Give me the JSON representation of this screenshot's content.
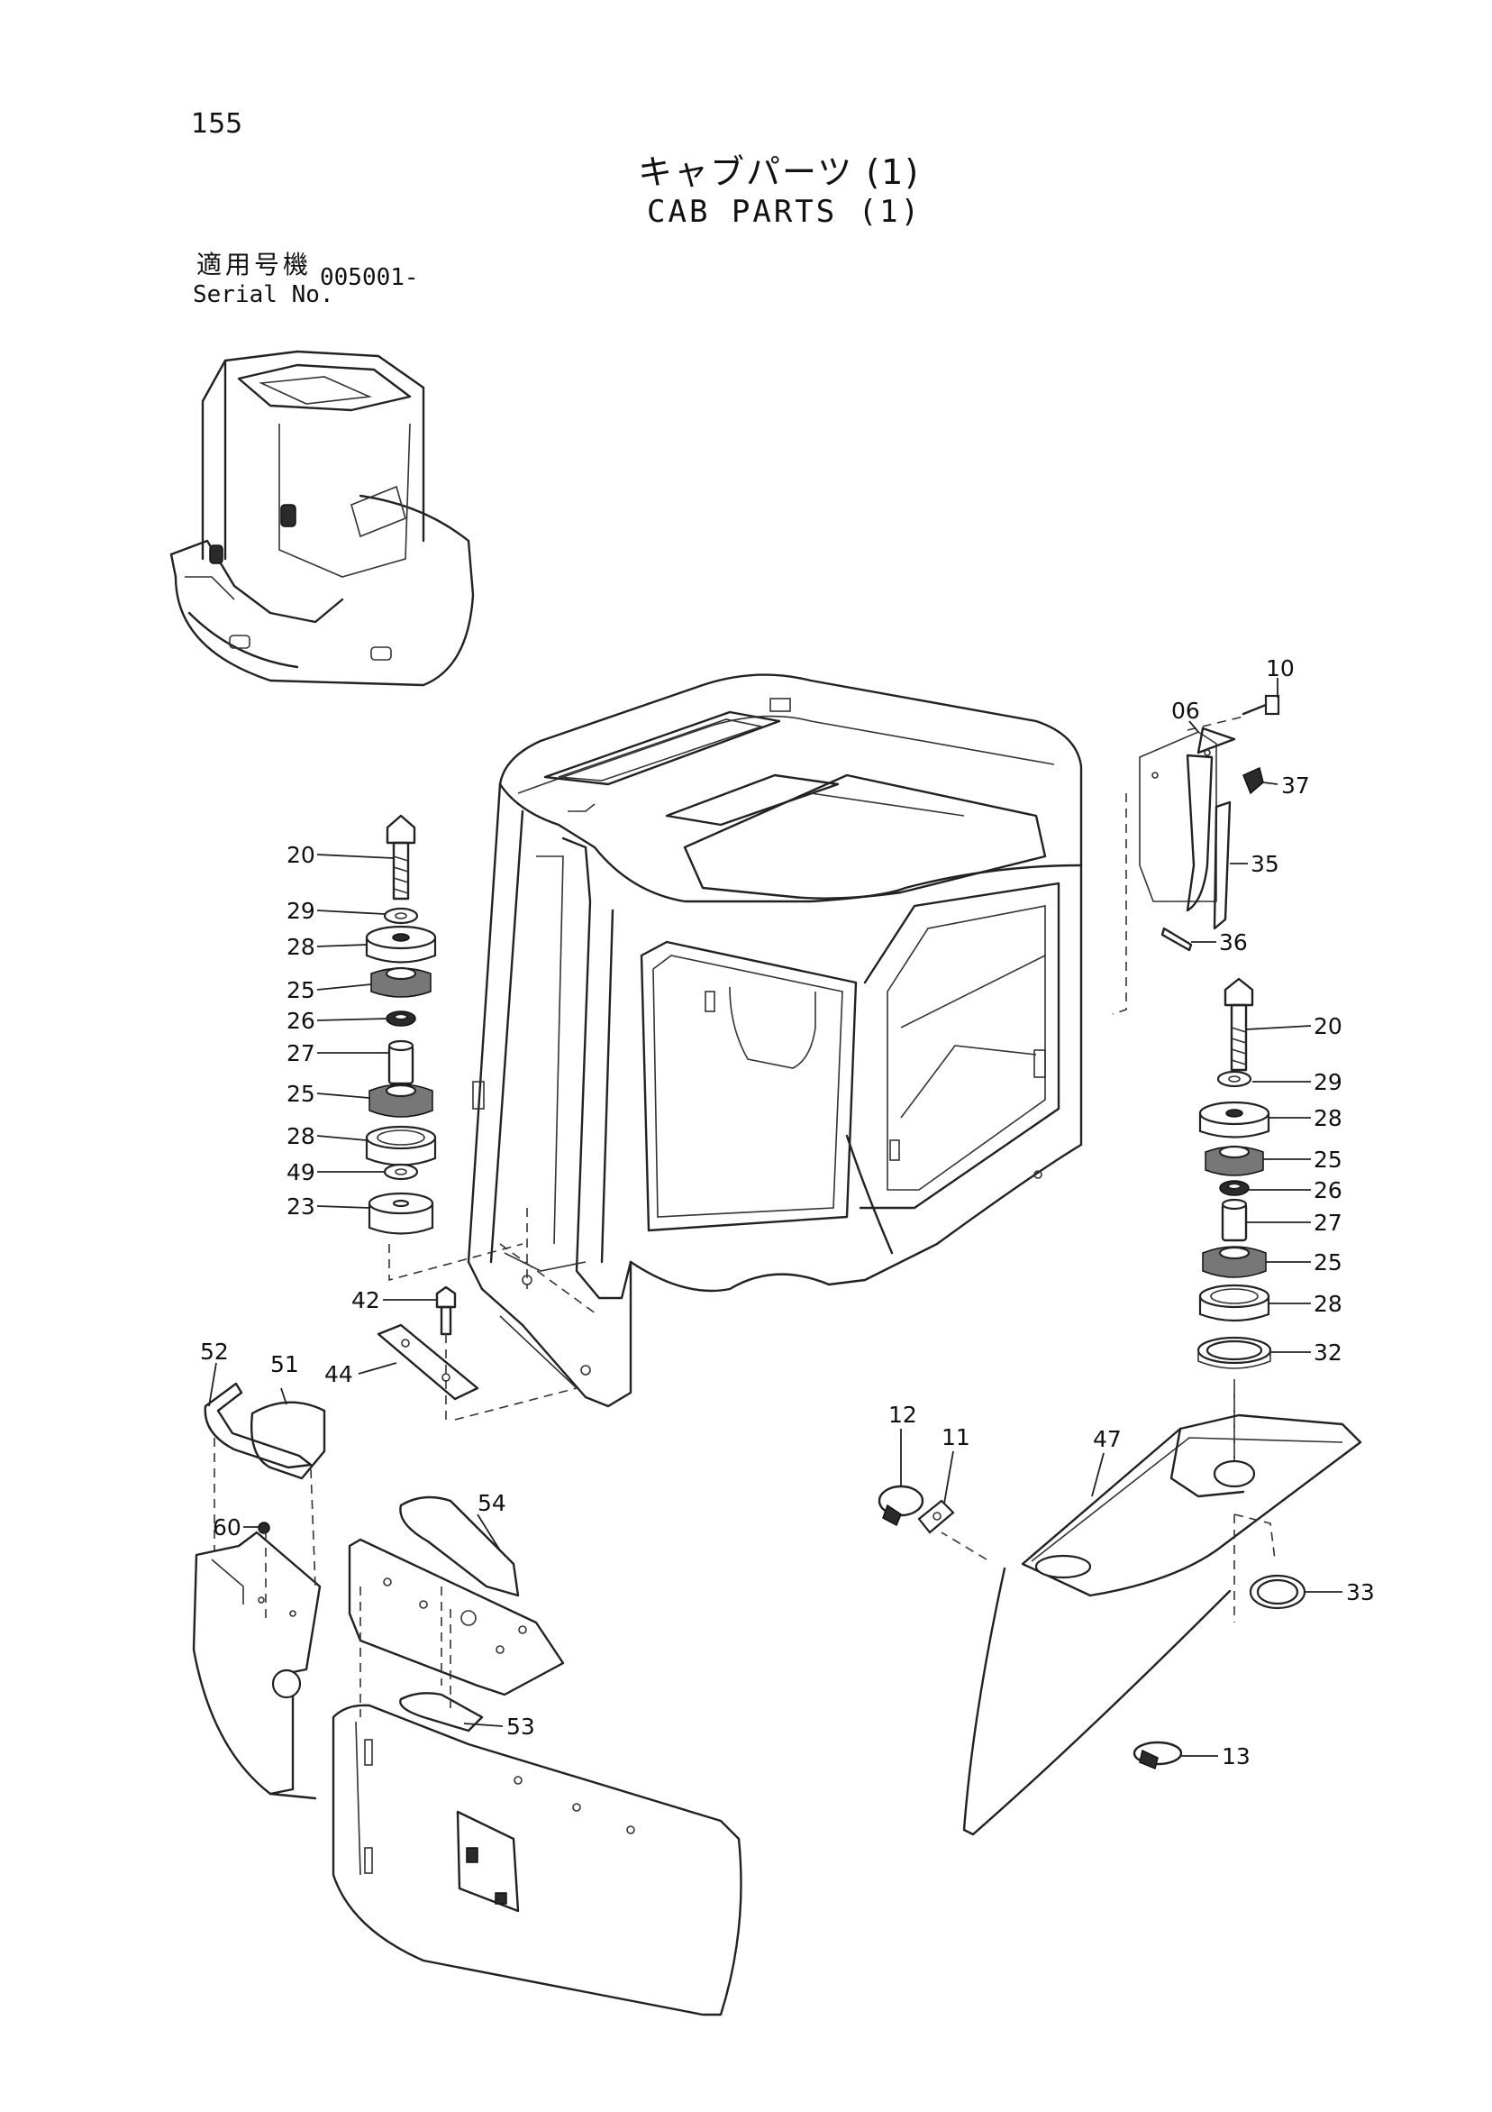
{
  "header": {
    "page_number": "155",
    "title_jp": "キャブパーツ (1)",
    "title_en": "CAB PARTS (1)",
    "serial_label_jp": "適用号機",
    "serial_label_en": "Serial No.",
    "serial_value": "005001-"
  },
  "callouts": [
    {
      "id": "c10",
      "label": "10"
    },
    {
      "id": "c06",
      "label": "06"
    },
    {
      "id": "c37",
      "label": "37"
    },
    {
      "id": "c35",
      "label": "35"
    },
    {
      "id": "c36",
      "label": "36"
    },
    {
      "id": "cL20",
      "label": "20"
    },
    {
      "id": "cL29",
      "label": "29"
    },
    {
      "id": "cL28a",
      "label": "28"
    },
    {
      "id": "cL25a",
      "label": "25"
    },
    {
      "id": "cL26",
      "label": "26"
    },
    {
      "id": "cL27",
      "label": "27"
    },
    {
      "id": "cL25b",
      "label": "25"
    },
    {
      "id": "cL28b",
      "label": "28"
    },
    {
      "id": "cL49",
      "label": "49"
    },
    {
      "id": "cL23",
      "label": "23"
    },
    {
      "id": "c42",
      "label": "42"
    },
    {
      "id": "c44",
      "label": "44"
    },
    {
      "id": "cR20",
      "label": "20"
    },
    {
      "id": "cR29",
      "label": "29"
    },
    {
      "id": "cR28a",
      "label": "28"
    },
    {
      "id": "cR25a",
      "label": "25"
    },
    {
      "id": "cR26",
      "label": "26"
    },
    {
      "id": "cR27",
      "label": "27"
    },
    {
      "id": "cR25b",
      "label": "25"
    },
    {
      "id": "cR28b",
      "label": "28"
    },
    {
      "id": "cR32",
      "label": "32"
    },
    {
      "id": "c52",
      "label": "52"
    },
    {
      "id": "c51",
      "label": "51"
    },
    {
      "id": "c60",
      "label": "60"
    },
    {
      "id": "c54",
      "label": "54"
    },
    {
      "id": "c53",
      "label": "53"
    },
    {
      "id": "c12",
      "label": "12"
    },
    {
      "id": "c11",
      "label": "11"
    },
    {
      "id": "c47",
      "label": "47"
    },
    {
      "id": "c33",
      "label": "33"
    },
    {
      "id": "c13",
      "label": "13"
    }
  ]
}
